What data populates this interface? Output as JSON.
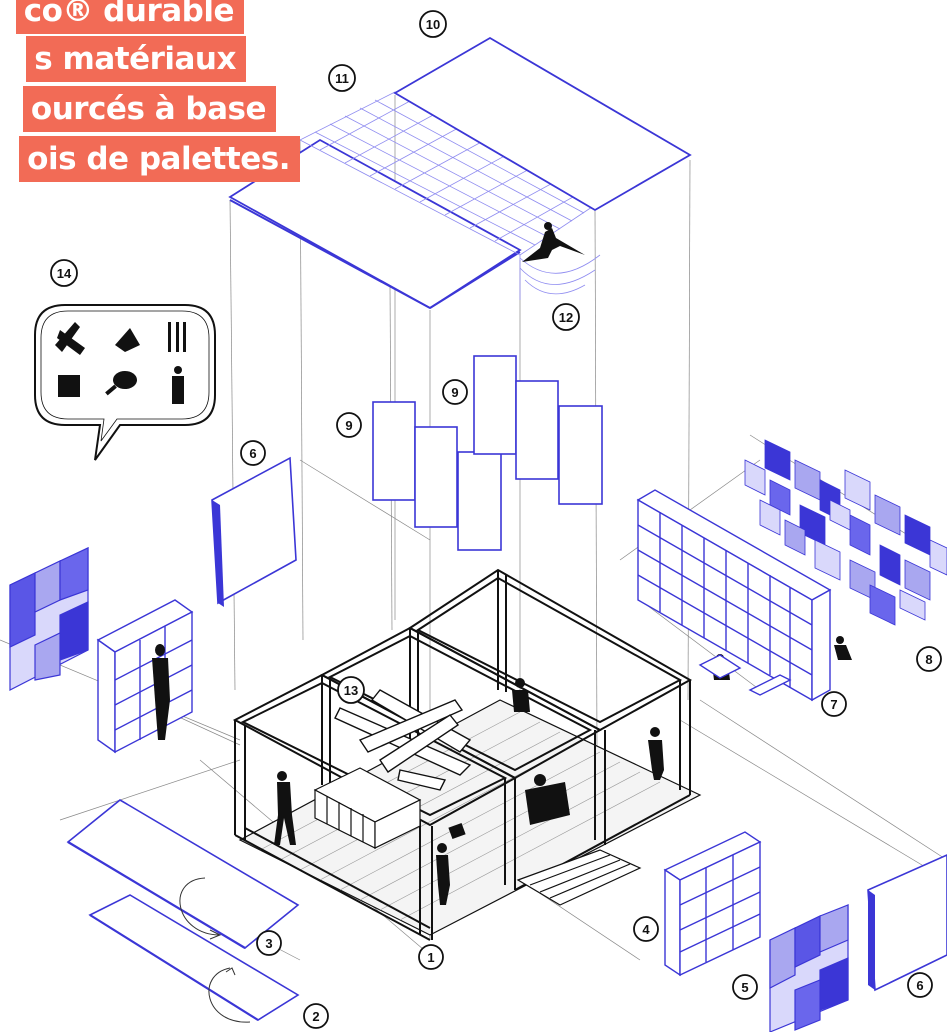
{
  "title_box": {
    "lines": [
      "co® durable",
      "s matériaux",
      "ourcés à base",
      "ois de palettes."
    ],
    "background": "#f26b56",
    "text_color": "#ffffff"
  },
  "markers": [
    "1",
    "2",
    "3",
    "4",
    "5",
    "6",
    "6",
    "7",
    "8",
    "9",
    "9",
    "10",
    "11",
    "12",
    "13",
    "14"
  ],
  "colors": {
    "line": "#1a1a1a",
    "accent_blue": "#3b36d6",
    "light_blue": "#a9a7f0",
    "pale_blue": "#d9d8fb"
  },
  "bubble_icons": [
    "tools-icon",
    "paint-icon",
    "cutlery-icon",
    "armchair-icon",
    "racket-icon",
    "person-suit-icon"
  ]
}
